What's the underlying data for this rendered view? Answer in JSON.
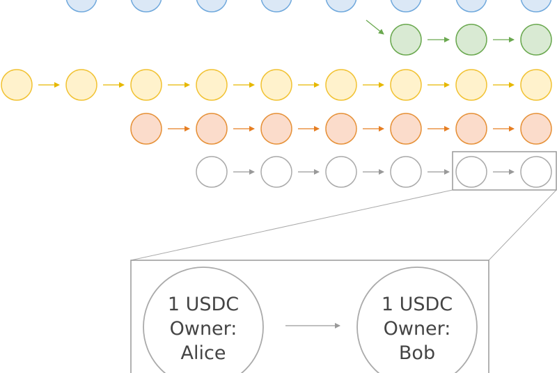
{
  "colors": {
    "blue": {
      "stroke": "#6fa8dc",
      "fill": "#dbe8f6"
    },
    "green": {
      "stroke": "#6aa84f",
      "fill": "#d9ead3"
    },
    "yellow": {
      "stroke": "#f1c232",
      "fill": "#fff2cc"
    },
    "orange": {
      "stroke": "#e69138",
      "fill": "#fbdccb"
    },
    "gray": {
      "stroke": "#aaaaaa",
      "fill": "#ffffff"
    },
    "yellow_arrow": "#e6b800",
    "orange_arrow": "#e67e22",
    "green_arrow": "#6aa84f",
    "gray_arrow": "#999999"
  },
  "chains": [
    {
      "name": "blue",
      "node_count": 8
    },
    {
      "name": "green",
      "node_count": 3
    },
    {
      "name": "yellow",
      "node_count": 9
    },
    {
      "name": "orange",
      "node_count": 7
    },
    {
      "name": "gray",
      "node_count": 6
    }
  ],
  "zoom": {
    "from": {
      "line1": "1 USDC",
      "line2": "Owner:",
      "line3": "Alice"
    },
    "to": {
      "line1": "1 USDC",
      "line2": "Owner:",
      "line3": "Bob"
    }
  }
}
